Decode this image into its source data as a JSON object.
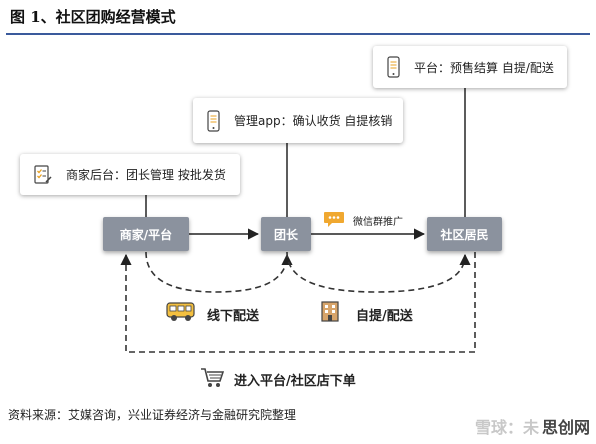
{
  "title": "图 1、社区团购经营模式",
  "cards": {
    "platform": "平台：预售结算 自提/配送",
    "app": "管理app：确认收货 自提核销",
    "merchant": "商家后台：团长管理 按批发货"
  },
  "nodes": {
    "merchant": "商家/平台",
    "leader": "团长",
    "resident": "社区居民"
  },
  "labels": {
    "wechat": "微信群推广",
    "offline": "线下配送",
    "pickup": "自提/配送",
    "order": "进入平台/社区店下单"
  },
  "icons": {
    "phone": "phone-icon",
    "checklist": "checklist-icon",
    "chat": "chat-bubble-icon",
    "bus": "bus-icon",
    "store": "store-building-icon",
    "cart": "shopping-cart-icon"
  },
  "colors": {
    "node_bg": "#8b929e",
    "title_rule": "#3a5a9c",
    "chat_accent": "#f0a830",
    "icon_accent": "#e8a020"
  },
  "footer": "资料来源：艾媒咨询，兴业证券经济与金融研究院整理",
  "watermark": {
    "brand": "雪球：未",
    "brand_bold": "思创网"
  }
}
